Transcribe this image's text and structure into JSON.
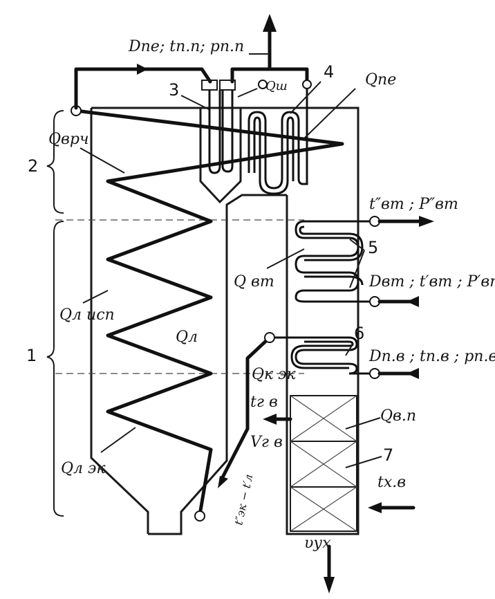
{
  "labels": {
    "d_pe": "Dпе; tп.п; pп.п",
    "num_3": "3",
    "num_4": "4",
    "q_sh": "Qш",
    "q_pe": "Qпе",
    "q_vrch": "Qврч",
    "num_2": "2",
    "t_vt_out": "t″вт ; P″вт",
    "num_5": "5",
    "q_vt": "Q вт",
    "d_vt_in": "Dвт ; t′вт ; P′вт",
    "q_isp": "Qл исп",
    "q_l": "Qл",
    "num_1": "1",
    "num_6": "6",
    "q_ek_k": "Qк эк",
    "d_pv": "Dп.в ; tп.в ; pп.в",
    "t_gv": "tг в",
    "v_gv": "Vг в",
    "q_vp": "Qв.п",
    "num_7": "7",
    "q_ek_l": "Qл эк",
    "t_xv": "tх.в",
    "t_ek_vr": "t″эк − t′л",
    "v_yx": "υух"
  },
  "colors": {
    "ink": "#111111",
    "paper": "#ffffff"
  }
}
